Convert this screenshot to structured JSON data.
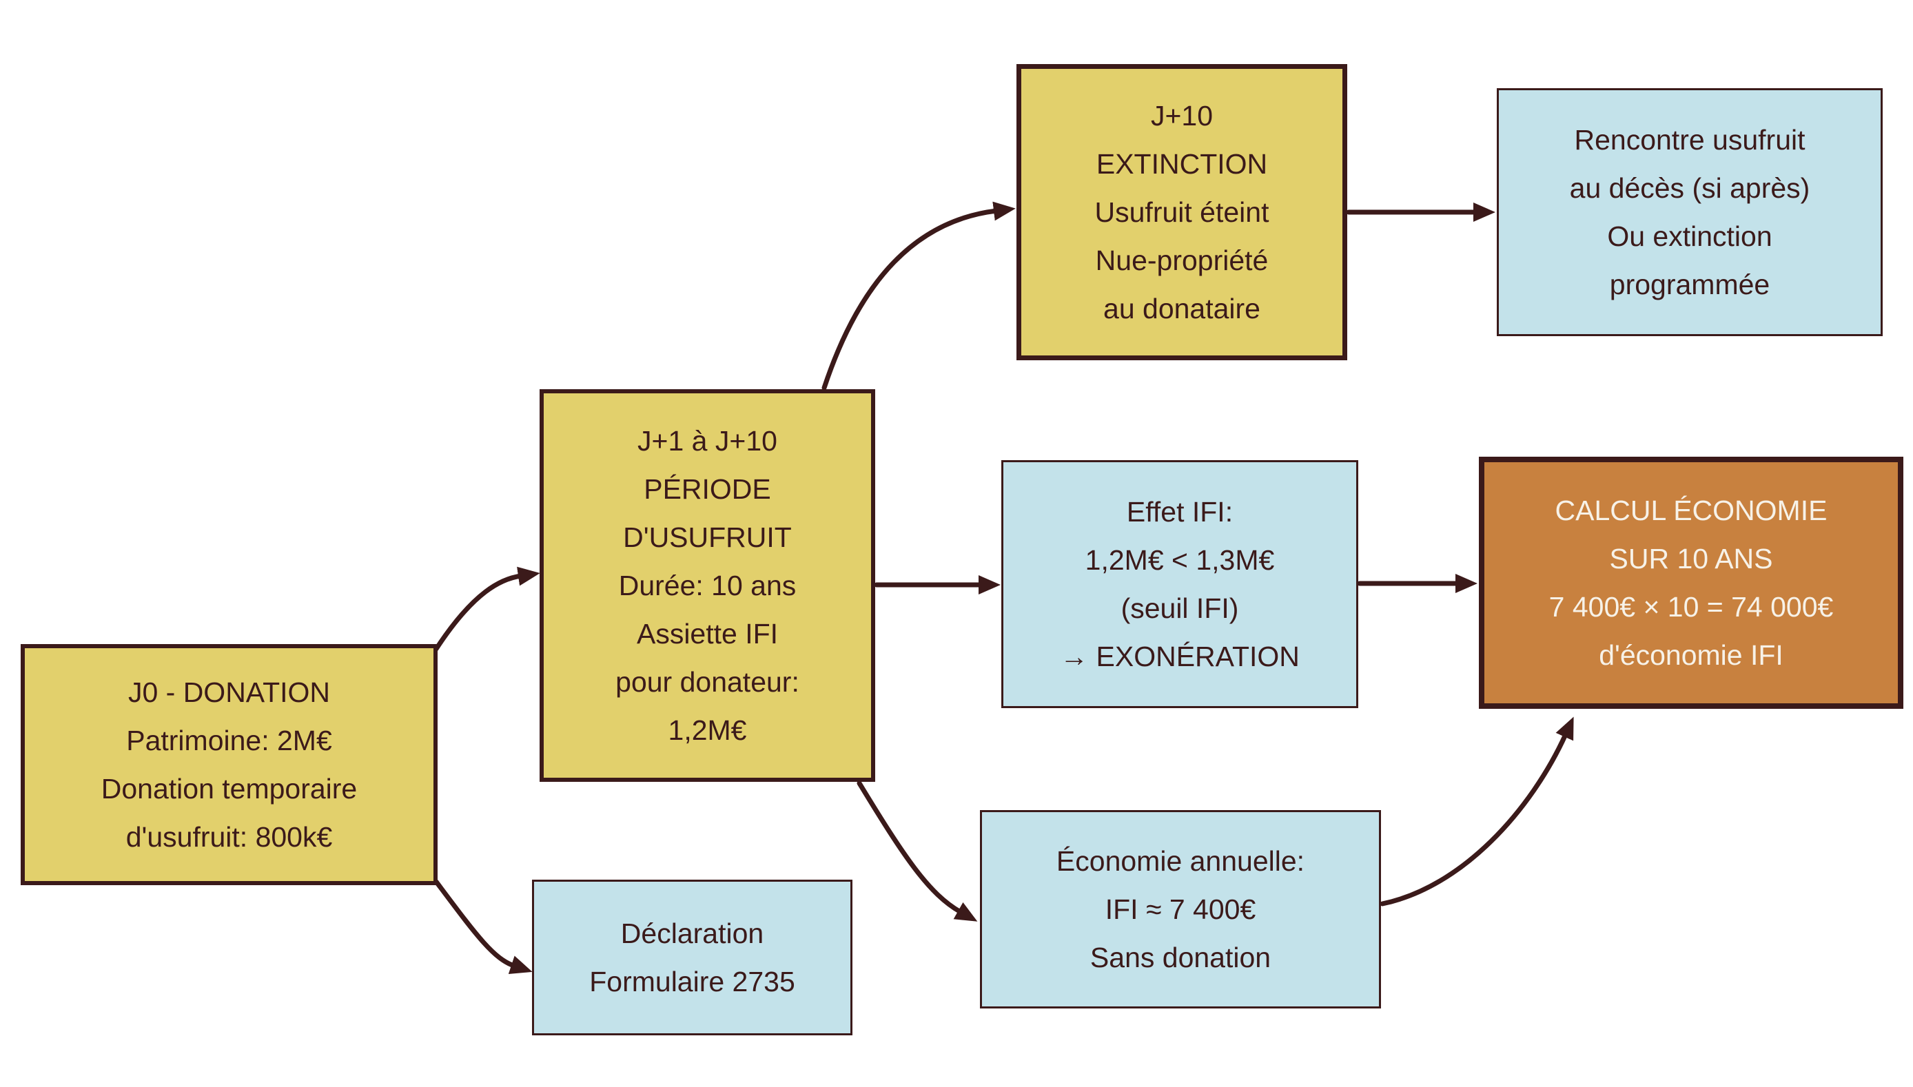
{
  "diagram": {
    "colors": {
      "yellow": "#e2d06c",
      "blue": "#c3e2ea",
      "orange": "#c8813f",
      "dark": "#3b1a1a",
      "cream": "#f7f2e8"
    },
    "nodes": {
      "donation": {
        "variant": "yellow",
        "lines": [
          "J0 - DONATION",
          "Patrimoine: 2M€",
          "Donation temporaire",
          "d'usufruit: 800k€"
        ]
      },
      "periode": {
        "variant": "yellow",
        "lines": [
          "J+1 à J+10",
          "PÉRIODE",
          "D'USUFRUIT",
          "Durée: 10 ans",
          "Assiette IFI",
          "pour donateur:",
          "1,2M€"
        ]
      },
      "extinction": {
        "variant": "yellow",
        "lines": [
          "J+10",
          "EXTINCTION",
          "Usufruit éteint",
          "Nue-propriété",
          "au donataire"
        ]
      },
      "rencontre": {
        "variant": "blue",
        "lines": [
          "Rencontre usufruit",
          "au décès (si après)",
          "Ou extinction",
          "programmée"
        ]
      },
      "effet_ifi": {
        "variant": "blue",
        "lines": [
          "Effet IFI:",
          "1,2M€ < 1,3M€",
          "(seuil IFI)",
          "→ EXONÉRATION"
        ]
      },
      "calcul": {
        "variant": "orange",
        "lines": [
          "CALCUL ÉCONOMIE",
          "SUR 10 ANS",
          "7 400€ × 10 = 74 000€",
          "d'économie IFI"
        ]
      },
      "economie": {
        "variant": "blue",
        "lines": [
          "Économie annuelle:",
          "IFI ≈ 7 400€",
          "Sans donation"
        ]
      },
      "declaration": {
        "variant": "blue",
        "lines": [
          "Déclaration",
          "Formulaire 2735"
        ]
      }
    },
    "edges": [
      {
        "from": "donation",
        "to": "periode"
      },
      {
        "from": "donation",
        "to": "declaration"
      },
      {
        "from": "periode",
        "to": "extinction"
      },
      {
        "from": "periode",
        "to": "effet_ifi"
      },
      {
        "from": "periode",
        "to": "economie"
      },
      {
        "from": "extinction",
        "to": "rencontre"
      },
      {
        "from": "effet_ifi",
        "to": "calcul"
      },
      {
        "from": "economie",
        "to": "calcul"
      }
    ]
  }
}
